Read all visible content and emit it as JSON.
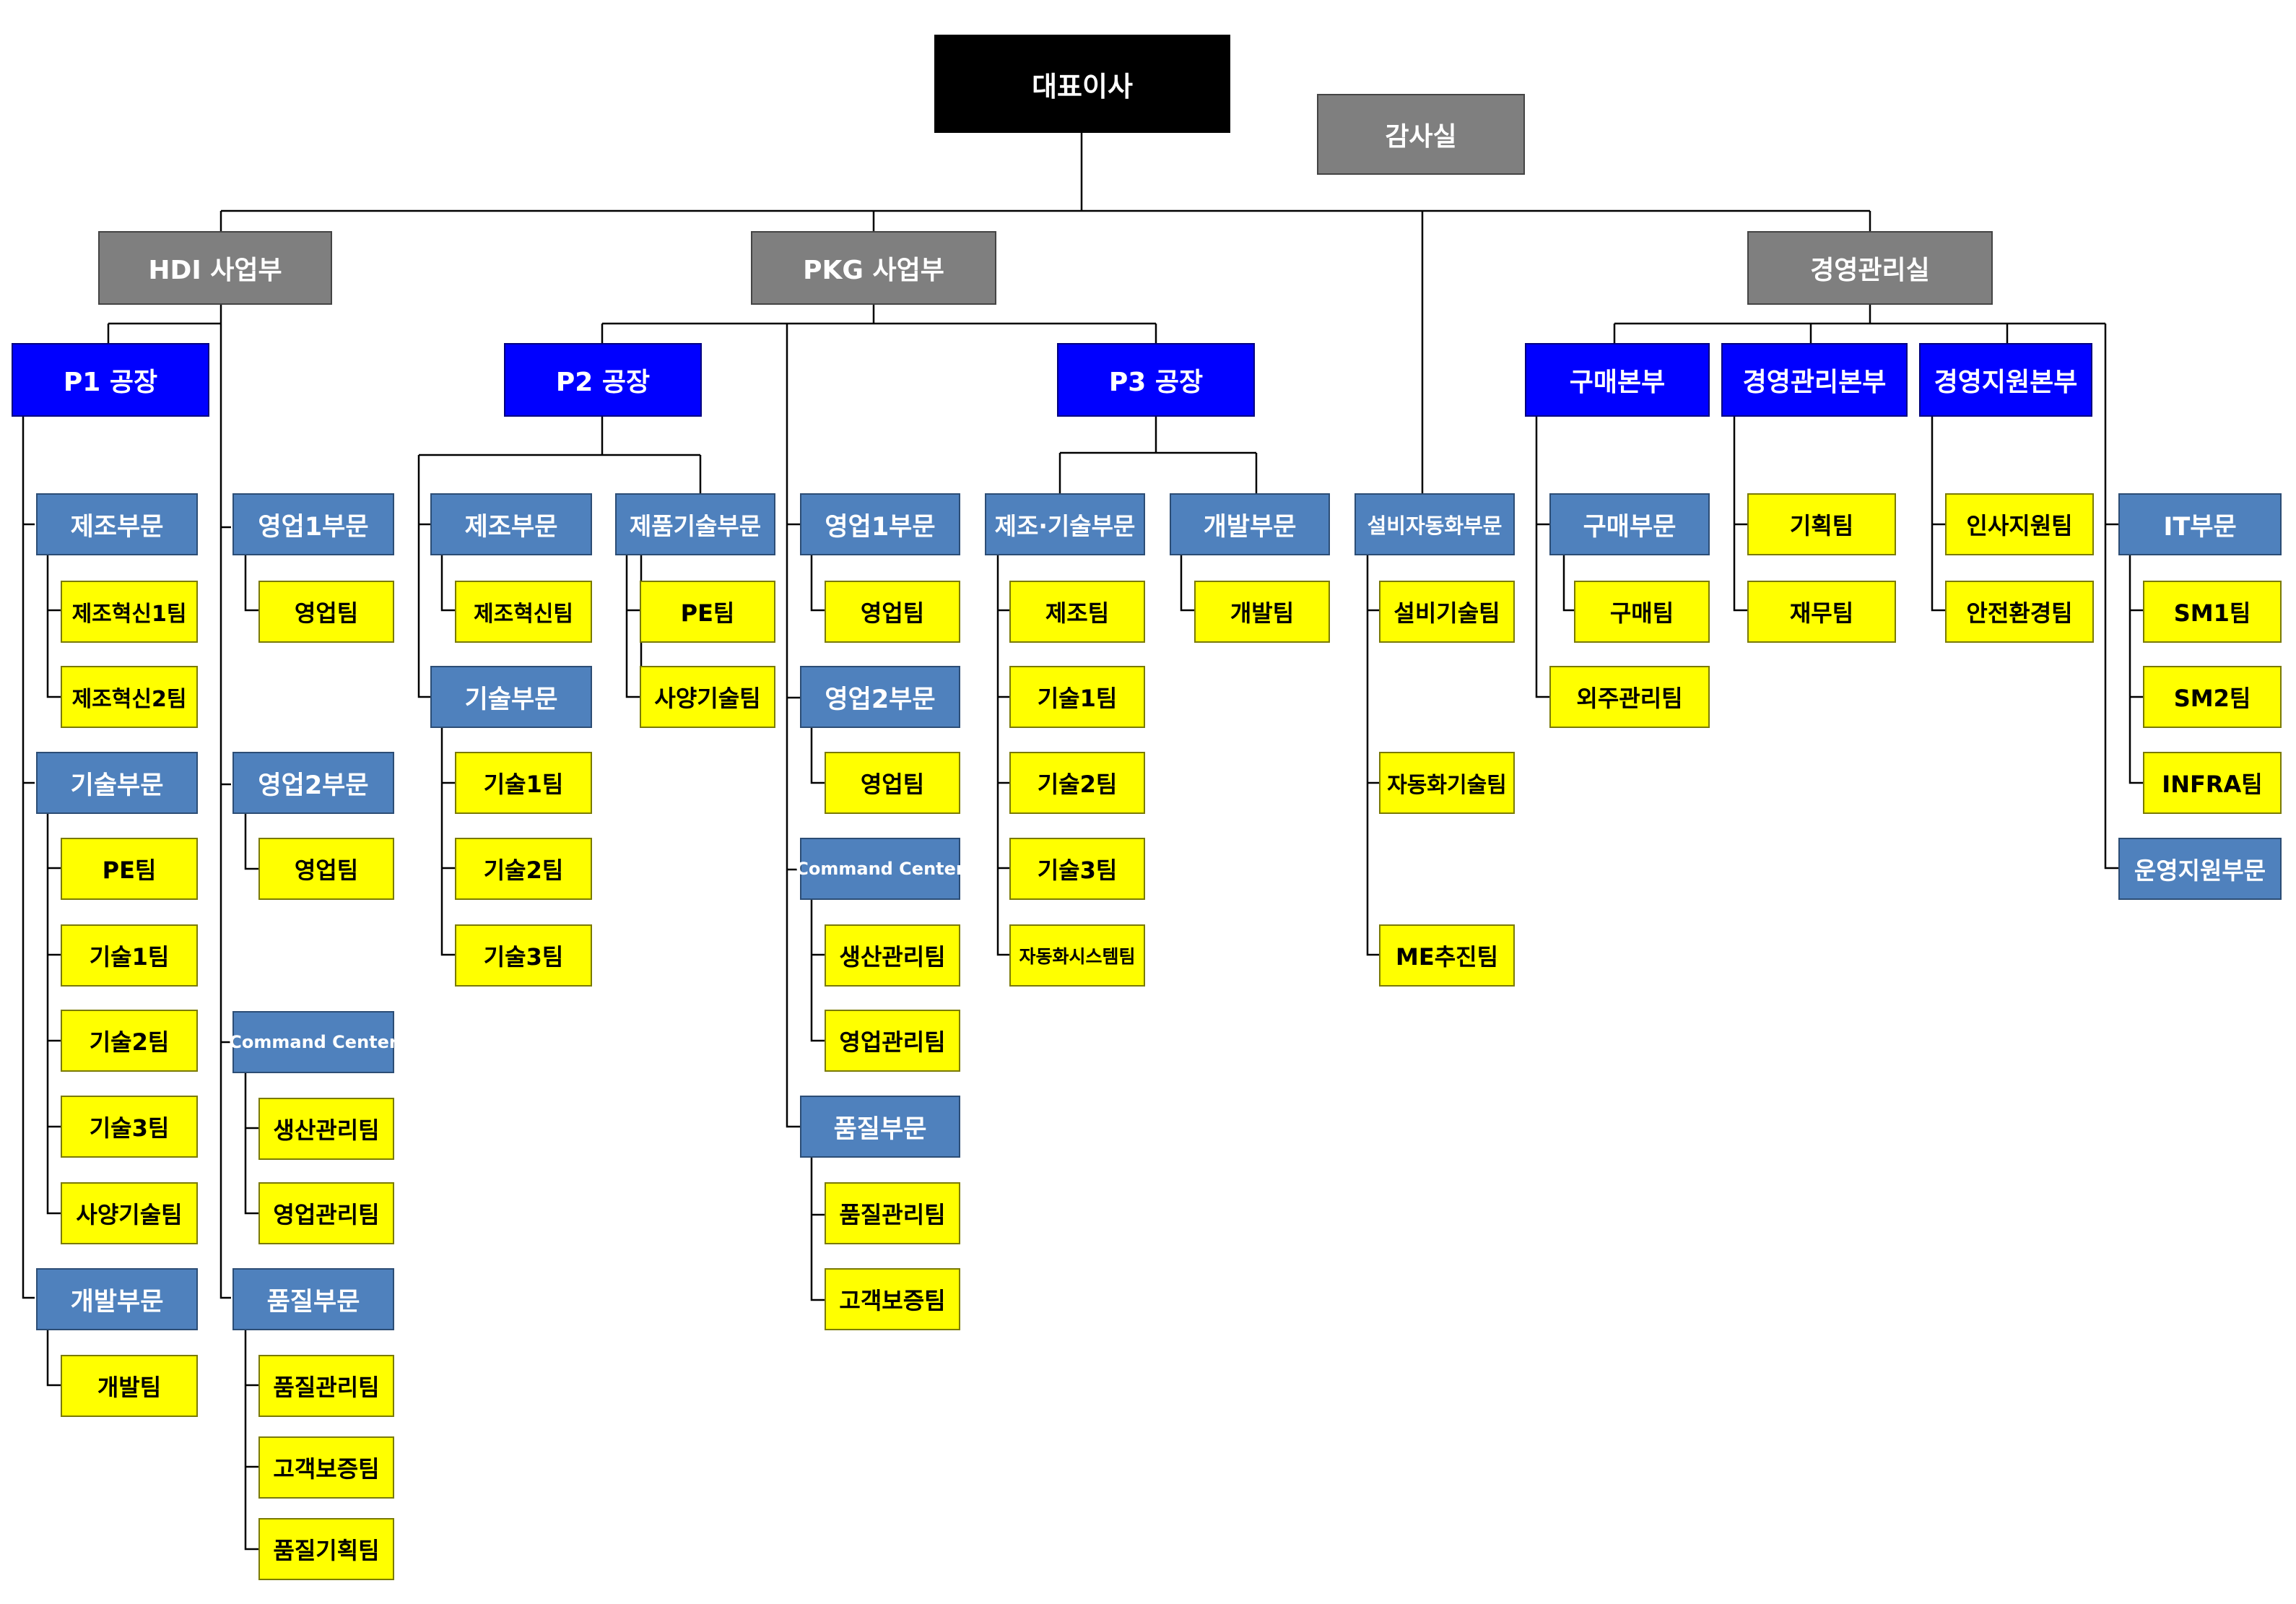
{
  "org": {
    "ceo": "대표이사",
    "audit": "감사실",
    "hdi": "HDI 사업부",
    "pkg": "PKG 사업부",
    "mgmt": "경영관리실",
    "p1": "P1 공장",
    "p2": "P2 공장",
    "p3": "P3 공장",
    "purchase_hq": "구매본부",
    "mgmt_hq": "경영관리본부",
    "support_hq": "경영지원본부",
    "p1_mfg": "제조부문",
    "p1_mfg_t1": "제조혁신1팀",
    "p1_mfg_t2": "제조혁신2팀",
    "p1_tech": "기술부문",
    "p1_tech_pe": "PE팀",
    "p1_tech_t1": "기술1팀",
    "p1_tech_t2": "기술2팀",
    "p1_tech_t3": "기술3팀",
    "p1_tech_spec": "사양기술팀",
    "p1_dev": "개발부문",
    "p1_dev_t": "개발팀",
    "hdi_sales1": "영업1부문",
    "hdi_sales1_t": "영업팀",
    "hdi_sales2": "영업2부문",
    "hdi_sales2_t": "영업팀",
    "hdi_cc": "Command Center",
    "hdi_cc_prod": "생산관리팀",
    "hdi_cc_sales": "영업관리팀",
    "hdi_qa": "품질부문",
    "hdi_qa_mgmt": "품질관리팀",
    "hdi_qa_cust": "고객보증팀",
    "hdi_qa_plan": "품질기획팀",
    "p2_mfg": "제조부문",
    "p2_mfg_t": "제조혁신팀",
    "p2_tech": "기술부문",
    "p2_tech_t1": "기술1팀",
    "p2_tech_t2": "기술2팀",
    "p2_tech_t3": "기술3팀",
    "p2_prodtech": "제품기술부문",
    "p2_prodtech_pe": "PE팀",
    "p2_prodtech_spec": "사양기술팀",
    "pkg_sales1": "영업1부문",
    "pkg_sales1_t": "영업팀",
    "pkg_sales2": "영업2부문",
    "pkg_sales2_t": "영업팀",
    "pkg_cc": "Command Center",
    "pkg_cc_prod": "생산관리팀",
    "pkg_cc_sales": "영업관리팀",
    "pkg_qa": "품질부문",
    "pkg_qa_mgmt": "품질관리팀",
    "pkg_qa_cust": "고객보증팀",
    "p3_mfgtech": "제조·기술부문",
    "p3_mfgtech_mfg": "제조팀",
    "p3_mfgtech_t1": "기술1팀",
    "p3_mfgtech_t2": "기술2팀",
    "p3_mfgtech_t3": "기술3팀",
    "p3_mfgtech_auto": "자동화시스템팀",
    "p3_dev": "개발부문",
    "p3_dev_t": "개발팀",
    "fac": "설비자동화부문",
    "fac_equip": "설비기술팀",
    "fac_auto": "자동화기술팀",
    "fac_me": "ME추진팀",
    "purchase_div": "구매부문",
    "purchase_team": "구매팀",
    "outsourcing": "외주관리팀",
    "planning": "기획팀",
    "finance": "재무팀",
    "hr": "인사지원팀",
    "safety": "안전환경팀",
    "it": "IT부문",
    "sm1": "SM1팀",
    "sm2": "SM2팀",
    "infra": "INFRA팀",
    "ops": "운영지원부문"
  }
}
